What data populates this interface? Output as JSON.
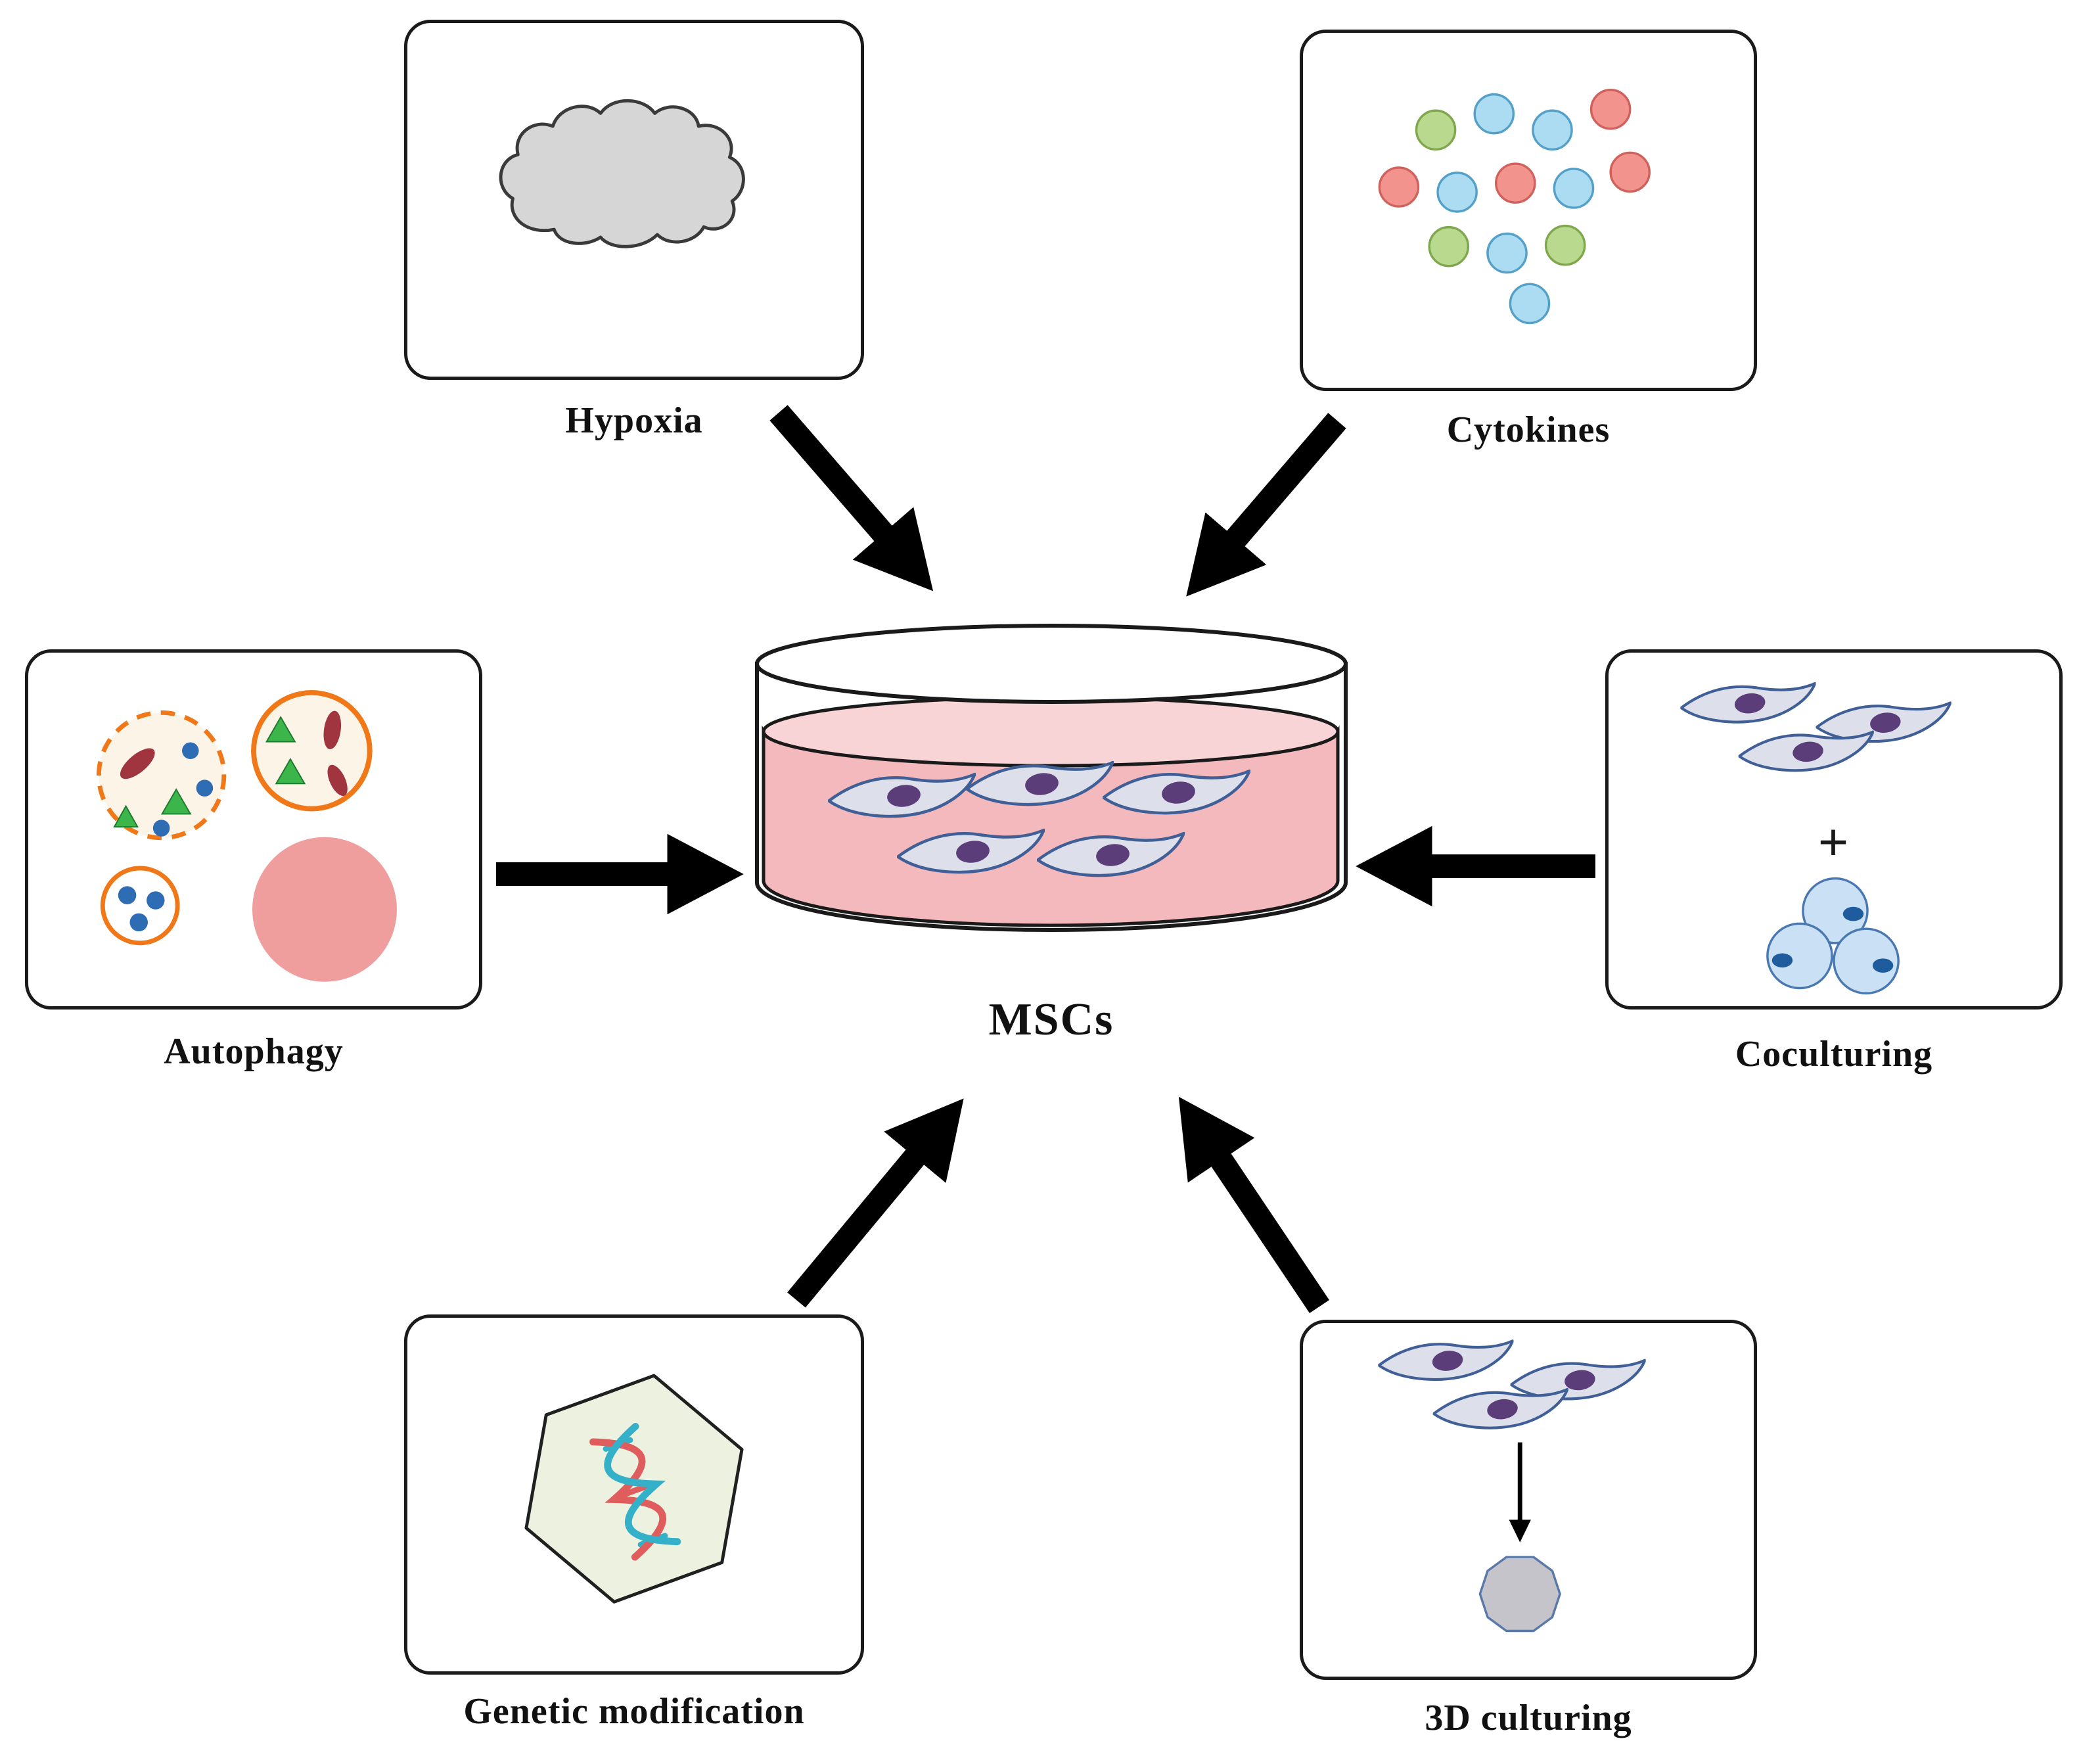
{
  "figure": {
    "center": {
      "label": "MSCs",
      "icon": "culture-dish-icon"
    },
    "nodes": {
      "hypoxia": {
        "label": "Hypoxia",
        "icon": "cloud-icon"
      },
      "cytokines": {
        "label": "Cytokines",
        "icon": "cytokine-cells-icon"
      },
      "autophagy": {
        "label": "Autophagy",
        "icon": "autophagosome-icon"
      },
      "coculturing": {
        "label": "Coculturing",
        "plus": "+",
        "icon": "cells-plus-cells-icon"
      },
      "genetic_modification": {
        "label": "Genetic modification",
        "icon": "dna-plasmid-icon"
      },
      "three_d_culturing": {
        "label": "3D culturing",
        "icon": "cells-to-spheroid-icon"
      }
    },
    "colors": {
      "background": "#ffffff",
      "box_border": "#1a1a1a",
      "arrow": "#000000",
      "cloud_gray": "#d6d6d6",
      "media_pink": "#f3b9bd",
      "media_surface_pink": "#f9d4d6",
      "cell_body_gray": "#dde0ea",
      "cell_outline_blue": "#3f5f96",
      "nucleus_purple": "#5b3d79",
      "cytokine_blue": "#abdcf2",
      "cytokine_green": "#b9da8e",
      "cytokine_pink": "#f2938d",
      "autophagy_orange": "#f07818",
      "autophagy_red": "#a03540",
      "autophagy_green": "#3cb54a",
      "autophagy_dot_blue": "#2e6db4",
      "plain_cell_pink": "#ef9d9d",
      "hexagon_fill": "#edf2e0",
      "dna_red": "#e05d5d",
      "dna_teal": "#35b0c9",
      "cocultured_cell_blue": "#c9e0f5",
      "spheroid_gray": "#c4c4ca"
    }
  }
}
